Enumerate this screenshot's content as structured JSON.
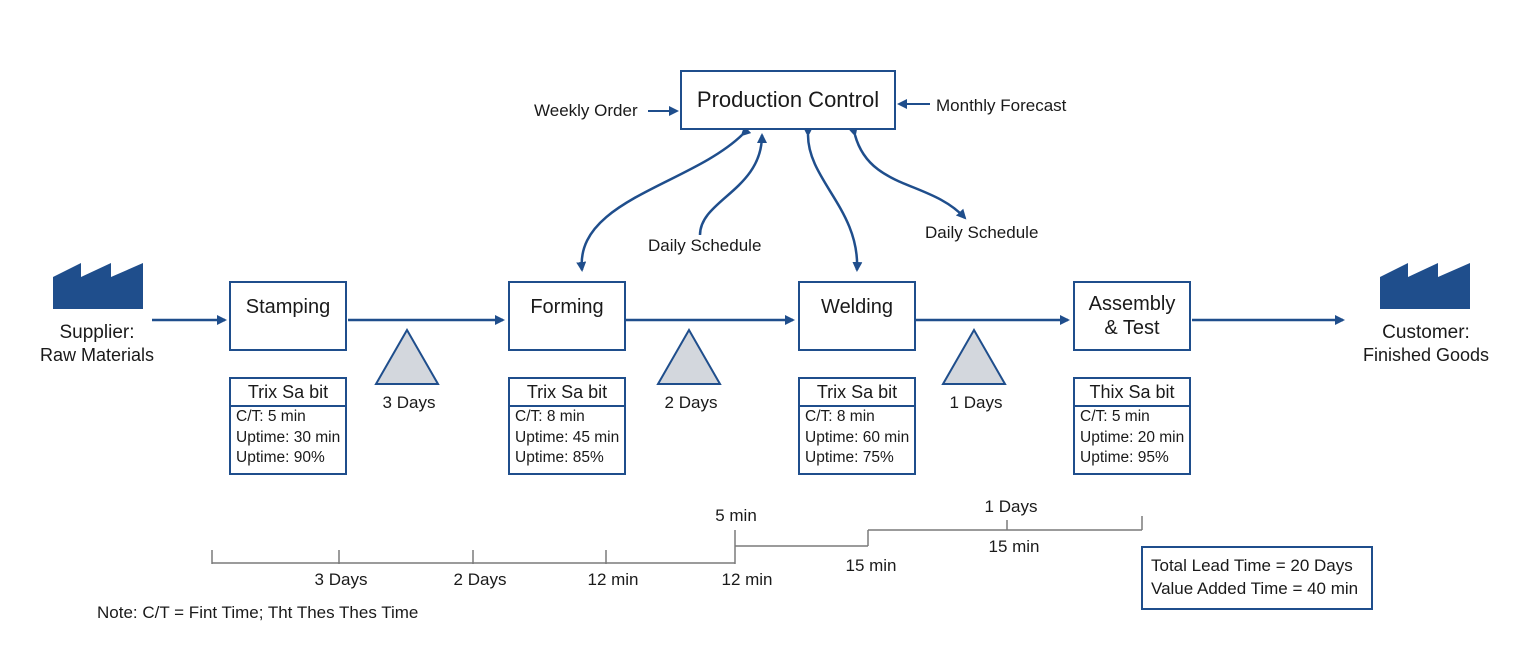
{
  "production_control": {
    "label": "Production Control"
  },
  "inputs": {
    "weekly_order": "Weekly Order",
    "monthly_forecast": "Monthly Forecast"
  },
  "schedules": {
    "left": "Daily Schedule",
    "right": "Daily Schedule"
  },
  "supplier": {
    "name": "Supplier:",
    "sub": "Raw Materials"
  },
  "customer": {
    "name": "Customer:",
    "sub": "Finished Goods"
  },
  "processes": [
    {
      "name": "Stamping",
      "box_title": "Trix Sa bit",
      "lines": [
        "C/T: 5 min",
        "Uptime: 30 min",
        "Uptime: 90%"
      ]
    },
    {
      "name": "Forming",
      "box_title": "Trix Sa bit",
      "lines": [
        "C/T: 8 min",
        "Uptime: 45 min",
        "Uptime: 85%"
      ]
    },
    {
      "name": "Welding",
      "box_title": "Trix Sa bit",
      "lines": [
        "C/T: 8 min",
        "Uptime: 60 min",
        "Uptime: 75%"
      ]
    },
    {
      "name_line1": "Assembly",
      "name_line2": "& Test",
      "box_title": "Thix Sa bit",
      "lines": [
        "C/T: 5 min",
        "Uptime: 20 min",
        "Uptime: 95%"
      ]
    }
  ],
  "inventory": [
    "3 Days",
    "2 Days",
    "1 Days"
  ],
  "timeline": {
    "labels": [
      "3 Days",
      "2 Days",
      "12 min",
      "12 min",
      "5 min",
      "15 min",
      "1 Days",
      "15 min"
    ]
  },
  "summary": {
    "lead_time": "Total Lead Time = 20 Days",
    "value_added": "Value Added Time = 40 min"
  },
  "note": "Note: C/T = Fint Time; Tht Thes Thes Time",
  "colors": {
    "accent": "#1f4e8c",
    "triangle_fill": "#d3d7dd",
    "line_gray": "#7a7a7a"
  }
}
